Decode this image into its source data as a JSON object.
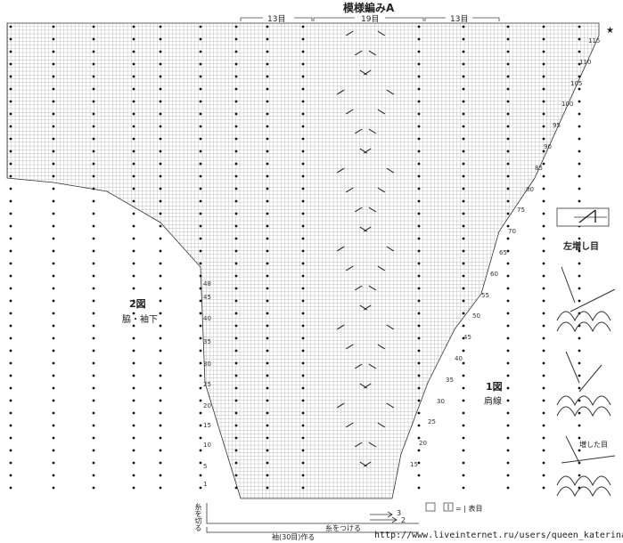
{
  "title": "模様編みA",
  "counts": {
    "left": "13目",
    "center": "19目",
    "right": "13目"
  },
  "labels": {
    "fig2": "2図",
    "fig2_sub": "脇・袖下",
    "fig1": "1図",
    "fig1_sub": "肩線",
    "legend_sym": "左増し目",
    "increased": "増した目",
    "star": "★",
    "key": "= | 表目",
    "yarn_cut": "糸を切る",
    "yarn_attach": "糸をつける",
    "sleeve_cast": "袖(30目)作る",
    "n3": "3",
    "n2": "2"
  },
  "left_rows": [
    "1",
    "5",
    "10",
    "15",
    "20",
    "25",
    "30",
    "35",
    "40",
    "45",
    "48"
  ],
  "right_rows": [
    "15",
    "20",
    "25",
    "30",
    "35",
    "40",
    "45",
    "50",
    "55",
    "60",
    "65",
    "70",
    "75",
    "80",
    "85",
    "90",
    "95",
    "100",
    "105",
    "110",
    "115"
  ],
  "footer_url": "http://www.liveinternet.ru/users/queen_katerina/"
}
